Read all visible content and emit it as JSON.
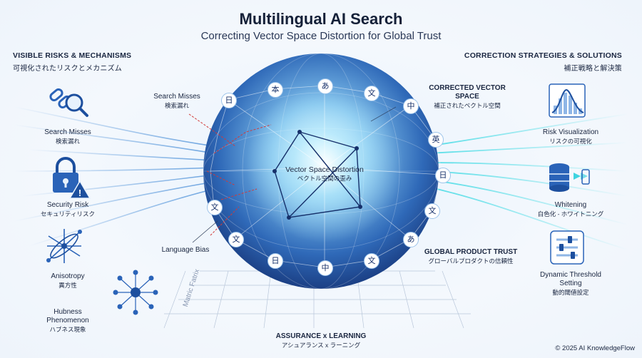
{
  "header": {
    "title": "Multilingual AI Search",
    "subtitle": "Correcting Vector Space Distortion for Global Trust"
  },
  "left_section": {
    "title": "VISIBLE RISKS & MECHANISMS",
    "title_jp": "可視化されたリスクとメカニズム",
    "items": [
      {
        "label": "Search Misses",
        "label_jp": "検索漏れ",
        "icon": "chain-magnifier-icon"
      },
      {
        "label": "Security Risk",
        "label_jp": "セキュリティリスク",
        "icon": "padlock-warning-icon"
      },
      {
        "label": "Anisotropy",
        "label_jp": "異方性",
        "icon": "anisotropy-arrows-icon"
      },
      {
        "label": "Hubness Phenomenon",
        "label_jp": "ハブネス現象",
        "icon": "hub-network-icon"
      }
    ]
  },
  "right_section": {
    "title": "CORRECTION STRATEGIES & SOLUTIONS",
    "title_jp": "補正戦略と解決策",
    "items": [
      {
        "label": "Risk Visualization",
        "label_jp": "リスクの可視化",
        "icon": "bell-curve-chart-icon"
      },
      {
        "label": "Whitening",
        "label_jp": "白色化 - ホワイトニング",
        "icon": "database-arrows-icon"
      },
      {
        "label": "Dynamic Threshold Setting",
        "label_jp": "動的閾値設定",
        "icon": "slider-settings-icon"
      }
    ]
  },
  "globe": {
    "center_label": "Vector Space Distortion",
    "center_label_jp": "ベクトル空間の歪み",
    "search_misses": "Search Misses",
    "search_misses_jp": "検索漏れ",
    "language_bias": "Language Bias",
    "corrected_space": "CORRECTED VECTOR SPACE",
    "corrected_space_jp": "補正されたベクトル空間",
    "global_trust": "GLOBAL PRODUCT TRUST",
    "global_trust_jp": "グローバルプロダクトの信頼性",
    "matrix_label": "Matric Fatrix",
    "node_glyphs": [
      "日",
      "本",
      "あ",
      "文",
      "中",
      "英",
      "日",
      "文",
      "あ",
      "文",
      "中",
      "日",
      "文",
      "文"
    ]
  },
  "footer": {
    "assurance": "ASSURANCE x LEARNING",
    "assurance_jp": "アシュアランス x ラーニング",
    "copyright": "© 2025 AI KnowledgeFlow"
  },
  "colors": {
    "globe_dark": "#1f4e96",
    "globe_light": "#a6d8f5",
    "accent_cyan": "#3fd4e0",
    "icon_blue": "#2a63b8",
    "warning_red": "#d23a3a"
  }
}
